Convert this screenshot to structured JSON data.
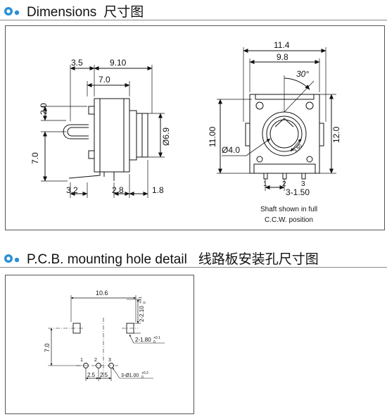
{
  "section1": {
    "title": "Dimensions",
    "title_cn": "尺寸图"
  },
  "section2": {
    "title": "P.C.B. mounting hole detail",
    "title_cn": "线路板安装孔尺寸图"
  },
  "side_view": {
    "d_3_5": "3.5",
    "d_9_10": "9.10",
    "d_7_0_top": "7.0",
    "d_2_0": "2.0",
    "d_7_0_left": "7.0",
    "d_6_9": "Ø6.9",
    "d_3_2": "3.2",
    "d_2_8": "2.8",
    "d_1_8": "1.8"
  },
  "front_view": {
    "d_11_4": "11.4",
    "d_9_8": "9.8",
    "angle": "30°",
    "d_11_00": "11.00",
    "d_12_0": "12.0",
    "d_4_0": "Ø4.0",
    "d_3_50": "3.50",
    "pin1": "1",
    "pin2": "2",
    "pin3": "3",
    "d_3_1_50": "3-1.50",
    "note_line1": "Shaft shown in full",
    "note_line2": "C.C.W. position"
  },
  "pcb": {
    "d_10_6": "10.6",
    "d_2_2_10": "2-2.10",
    "d_2_2_10_tol_up": "+0.1",
    "d_2_2_10_tol_lo": "0",
    "d_2_1_80": "2-1.80",
    "d_2_1_80_tol_up": "+0.1",
    "d_2_1_80_tol_lo": "0",
    "d_7_0": "7.0",
    "pin1": "1",
    "pin2": "2",
    "pin3": "3",
    "d_2_5a": "2.5",
    "d_2_5b": "2.5",
    "d_3_1_00": "3-Ø1.00",
    "d_3_1_00_tol_up": "+0.2",
    "d_3_1_00_tol_lo": "0"
  }
}
